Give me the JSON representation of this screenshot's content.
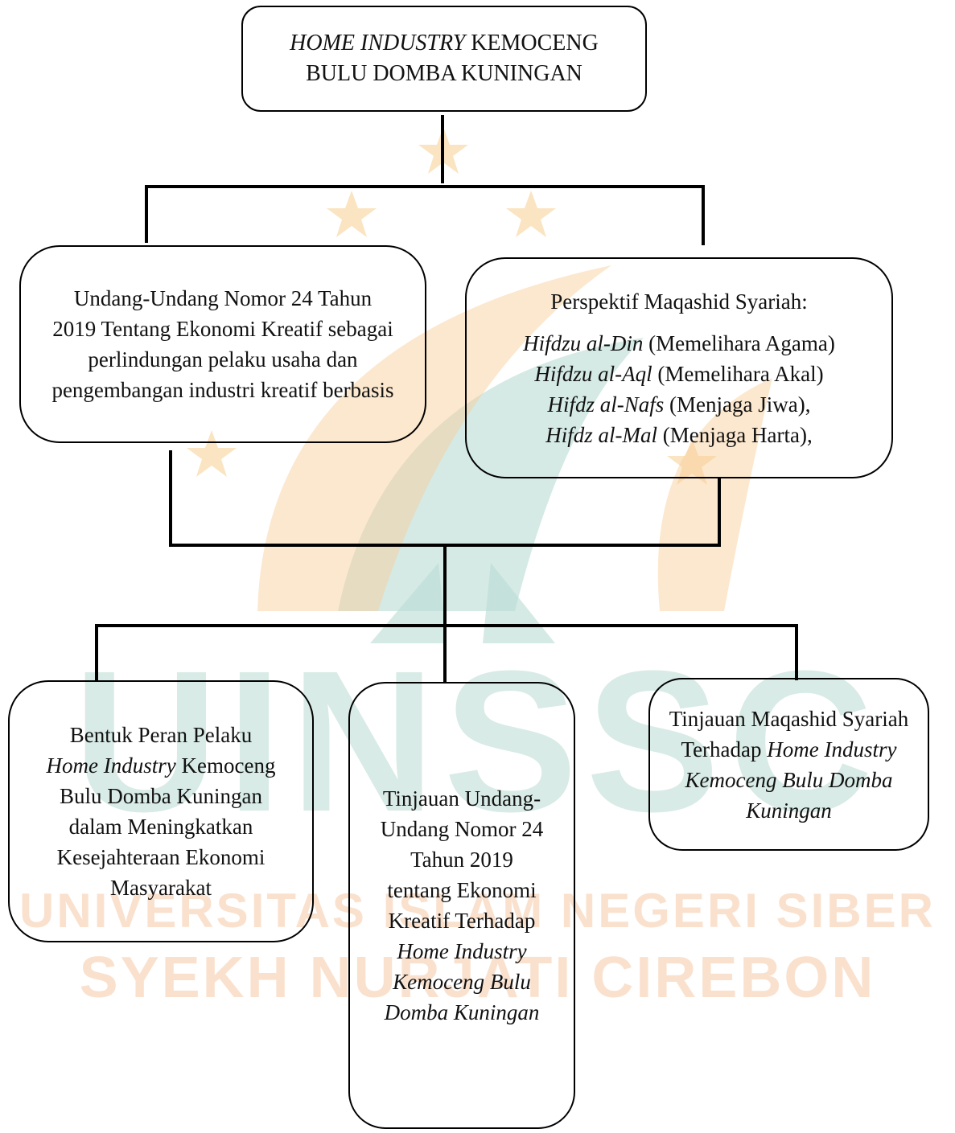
{
  "watermark": {
    "logo": "UINSSC",
    "line1": "UNIVERSITAS ISLAM NEGERI SIBER",
    "line2": "SYEKH NURJATI CIREBON",
    "colors": {
      "green": "#b9dcd3",
      "orange": "#f9cd95",
      "star": "#f8d9a6"
    }
  },
  "diagram": {
    "root": {
      "italic": "HOME INDUSTRY",
      "rest": " KEMOCENG BULU DOMBA KUNINGAN"
    },
    "law_box": {
      "text": "Undang-Undang Nomor 24 Tahun 2019 Tentang Ekonomi Kreatif sebagai perlindungan pelaku usaha dan pengembangan industri kreatif berbasis"
    },
    "maqashid_box": {
      "title": "Perspektif Maqashid Syariah:",
      "items": [
        {
          "term": "Hifdzu al-Din",
          "meaning": " (Memelihara Agama)"
        },
        {
          "term": "Hifdzu al-Aql",
          "meaning": " (Memelihara Akal)"
        },
        {
          "term": "Hifdz al-Nafs",
          "meaning": " (Menjaga Jiwa),"
        },
        {
          "term": "Hifdz al-Mal",
          "meaning": " (Menjaga Harta),"
        }
      ]
    },
    "role_box": {
      "a": "Bentuk Peran Pelaku ",
      "b": "Home Industry",
      "c": " Kemoceng Bulu Domba Kuningan dalam Meningkatkan Kesejahteraan Ekonomi Masyarakat"
    },
    "review_law_box": {
      "a": "Tinjauan Undang-Undang Nomor 24 Tahun 2019 tentang Ekonomi Kreatif Terhadap ",
      "b": "Home Industry Kemoceng Bulu Domba Kuningan"
    },
    "review_maqashid_box": {
      "a": "Tinjauan Maqashid Syariah Terhadap ",
      "b": "Home Industry Kemoceng Bulu Domba Kuningan"
    }
  }
}
